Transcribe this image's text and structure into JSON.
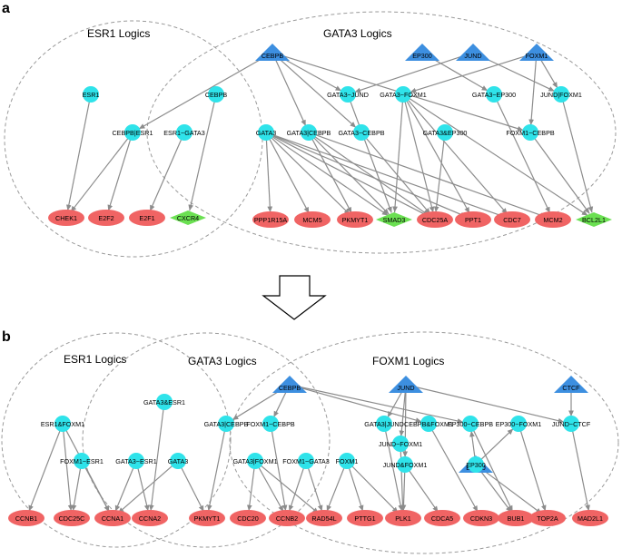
{
  "colors": {
    "regulator": "#3d8fe0",
    "logic": "#2fe3ea",
    "target": "#f06464",
    "special": "#6be052",
    "edge": "#8c8c8c",
    "ellipse": "#9a9a9a"
  },
  "panel_a": {
    "label": "a",
    "groups": {
      "esr1": "ESR1 Logics",
      "gata3": "GATA3 Logics"
    },
    "regulators": [
      {
        "id": "a_CEBPB",
        "label": "CEBPB",
        "icon": "triangle"
      },
      {
        "id": "a_EP300",
        "label": "EP300",
        "icon": "triangle"
      },
      {
        "id": "a_JUND",
        "label": "JUND",
        "icon": "triangle"
      },
      {
        "id": "a_FOXM1",
        "label": "FOXM1",
        "icon": "triangle"
      }
    ],
    "logics": [
      {
        "id": "a_ESR1",
        "label": "ESR1"
      },
      {
        "id": "a_CEBPBiESR1",
        "label": "CEBPB|ESR1"
      },
      {
        "id": "a_CEBPB2",
        "label": "CEBPB"
      },
      {
        "id": "a_ESR1nGATA3",
        "label": "ESR1~GATA3"
      },
      {
        "id": "a_GATA3",
        "label": "GATA3"
      },
      {
        "id": "a_GATA3iCEBPB",
        "label": "GATA3|CEBPB"
      },
      {
        "id": "a_GATA3nCEBPB",
        "label": "GATA3~CEBPB"
      },
      {
        "id": "a_GATA3nJUND",
        "label": "GATA3~JUND"
      },
      {
        "id": "a_GATA3nFOXM1",
        "label": "GATA3~FOXM1"
      },
      {
        "id": "a_GATA3nEP300",
        "label": "GATA3~EP300"
      },
      {
        "id": "a_JUNDiFOXM1",
        "label": "JUND|FOXM1"
      },
      {
        "id": "a_GATA3aEP300",
        "label": "GATA3&EP300"
      },
      {
        "id": "a_FOXM1nCEBPB",
        "label": "FOXM1~CEBPB"
      }
    ],
    "targets": [
      {
        "id": "a_CHEK1",
        "label": "CHEK1",
        "kind": "gene"
      },
      {
        "id": "a_E2F2",
        "label": "E2F2",
        "kind": "gene"
      },
      {
        "id": "a_E2F1",
        "label": "E2F1",
        "kind": "gene"
      },
      {
        "id": "a_CXCR4",
        "label": "CXCR4",
        "kind": "diamond"
      },
      {
        "id": "a_PPP1R15A",
        "label": "PPP1R15A",
        "kind": "gene"
      },
      {
        "id": "a_MCM5",
        "label": "MCM5",
        "kind": "gene"
      },
      {
        "id": "a_PKMYT1",
        "label": "PKMYT1",
        "kind": "gene"
      },
      {
        "id": "a_SMAD3",
        "label": "SMAD3",
        "kind": "diamond"
      },
      {
        "id": "a_CDC25A",
        "label": "CDC25A",
        "kind": "gene"
      },
      {
        "id": "a_PPT1",
        "label": "PPT1",
        "kind": "gene"
      },
      {
        "id": "a_CDC7",
        "label": "CDC7",
        "kind": "gene"
      },
      {
        "id": "a_MCM2",
        "label": "MCM2",
        "kind": "gene"
      },
      {
        "id": "a_BCL2L1",
        "label": "BCL2L1",
        "kind": "diamond"
      }
    ]
  },
  "arrow_label": "down-arrow-icon",
  "panel_b": {
    "label": "b",
    "groups": {
      "esr1": "ESR1 Logics",
      "gata3": "GATA3 Logics",
      "foxm1": "FOXM1 Logics"
    },
    "regulators": [
      {
        "id": "b_CEBPB",
        "label": "CEBPB",
        "icon": "triangle"
      },
      {
        "id": "b_JUND",
        "label": "JUND",
        "icon": "triangle"
      },
      {
        "id": "b_EP300",
        "label": "EP300",
        "icon": "triangle"
      },
      {
        "id": "b_CTCF",
        "label": "CTCF",
        "icon": "triangle"
      }
    ],
    "logics": [
      {
        "id": "b_ESR1aFOXM1",
        "label": "ESR1&FOXM1"
      },
      {
        "id": "b_FOXM1nESR1",
        "label": "FOXM1~ESR1"
      },
      {
        "id": "b_GATA3aESR1",
        "label": "GATA3&ESR1"
      },
      {
        "id": "b_GATA3nESR1",
        "label": "GATA3~ESR1"
      },
      {
        "id": "b_GATA3",
        "label": "GATA3"
      },
      {
        "id": "b_GATA3iCEBPB",
        "label": "GATA3|CEBPB"
      },
      {
        "id": "b_FOXM1nCEBPB",
        "label": "FOXM1~CEBPB"
      },
      {
        "id": "b_GATA3iFOXM1",
        "label": "GATA3|FOXM1"
      },
      {
        "id": "b_FOXM1nGATA3",
        "label": "FOXM1~GATA3"
      },
      {
        "id": "b_FOXM1",
        "label": "FOXM1"
      },
      {
        "id": "b_GATA3iJUND",
        "label": "GATA3|JUND"
      },
      {
        "id": "b_CEBPBaFOXM1",
        "label": "CEBPB&FOXM1"
      },
      {
        "id": "b_JUNDnFOXM1",
        "label": "JUND~FOXM1"
      },
      {
        "id": "b_JUNDaFOXM1",
        "label": "JUND&FOXM1"
      },
      {
        "id": "b_EP300nCEBPB",
        "label": "EP300~CEBPB"
      },
      {
        "id": "b_EP300nFOXM1",
        "label": "EP300~FOXM1"
      },
      {
        "id": "b_EP300",
        "label": "EP300"
      },
      {
        "id": "b_JUNDnCTCF",
        "label": "JUND~CTCF"
      }
    ],
    "targets": [
      {
        "id": "b_CCNB1",
        "label": "CCNB1",
        "kind": "gene"
      },
      {
        "id": "b_CDC25C",
        "label": "CDC25C",
        "kind": "gene"
      },
      {
        "id": "b_CCNA1",
        "label": "CCNA1",
        "kind": "gene"
      },
      {
        "id": "b_CCNA2",
        "label": "CCNA2",
        "kind": "gene"
      },
      {
        "id": "b_PKMYT1",
        "label": "PKMYT1",
        "kind": "gene"
      },
      {
        "id": "b_CDC20",
        "label": "CDC20",
        "kind": "gene"
      },
      {
        "id": "b_CCNB2",
        "label": "CCNB2",
        "kind": "gene"
      },
      {
        "id": "b_RAD54L",
        "label": "RAD54L",
        "kind": "gene"
      },
      {
        "id": "b_PTTG1",
        "label": "PTTG1",
        "kind": "gene"
      },
      {
        "id": "b_PLK1",
        "label": "PLK1",
        "kind": "gene"
      },
      {
        "id": "b_CDCA5",
        "label": "CDCA5",
        "kind": "gene"
      },
      {
        "id": "b_CDKN3",
        "label": "CDKN3",
        "kind": "gene"
      },
      {
        "id": "b_BUB1",
        "label": "BUB1",
        "kind": "gene"
      },
      {
        "id": "b_TOP2A",
        "label": "TOP2A",
        "kind": "gene"
      },
      {
        "id": "b_MAD2L1",
        "label": "MAD2L1",
        "kind": "gene"
      }
    ]
  },
  "edges": [
    [
      "a_ESR1",
      "a_CHEK1"
    ],
    [
      "a_CEBPBiESR1",
      "a_CHEK1"
    ],
    [
      "a_CEBPBiESR1",
      "a_E2F2"
    ],
    [
      "a_CEBPB",
      "a_CEBPBiESR1"
    ],
    [
      "a_ESR1nGATA3",
      "a_E2F1"
    ],
    [
      "a_CEBPB2",
      "a_CXCR4"
    ],
    [
      "a_CEBPB",
      "a_GATA3iCEBPB"
    ],
    [
      "a_CEBPB",
      "a_GATA3nCEBPB"
    ],
    [
      "a_CEBPB",
      "a_GATA3nJUND"
    ],
    [
      "a_CEBPB",
      "a_FOXM1nCEBPB"
    ],
    [
      "a_EP300",
      "a_GATA3nEP300"
    ],
    [
      "a_JUND",
      "a_GATA3nJUND"
    ],
    [
      "a_JUND",
      "a_JUNDiFOXM1"
    ],
    [
      "a_FOXM1",
      "a_GATA3nFOXM1"
    ],
    [
      "a_FOXM1",
      "a_JUNDiFOXM1"
    ],
    [
      "a_FOXM1",
      "a_FOXM1nCEBPB"
    ],
    [
      "a_GATA3",
      "a_PPP1R15A"
    ],
    [
      "a_GATA3",
      "a_MCM5"
    ],
    [
      "a_GATA3",
      "a_PKMYT1"
    ],
    [
      "a_GATA3",
      "a_SMAD3"
    ],
    [
      "a_GATA3",
      "a_CDC25A"
    ],
    [
      "a_GATA3",
      "a_PPT1"
    ],
    [
      "a_GATA3",
      "a_CDC7"
    ],
    [
      "a_GATA3iCEBPB",
      "a_PKMYT1"
    ],
    [
      "a_GATA3iCEBPB",
      "a_SMAD3"
    ],
    [
      "a_GATA3iCEBPB",
      "a_CDC25A"
    ],
    [
      "a_GATA3iCEBPB",
      "a_MCM2"
    ],
    [
      "a_GATA3nCEBPB",
      "a_CDC25A"
    ],
    [
      "a_GATA3nJUND",
      "a_SMAD3"
    ],
    [
      "a_GATA3nFOXM1",
      "a_SMAD3"
    ],
    [
      "a_GATA3nFOXM1",
      "a_CDC25A"
    ],
    [
      "a_GATA3nFOXM1",
      "a_PPT1"
    ],
    [
      "a_GATA3nFOXM1",
      "a_CDC7"
    ],
    [
      "a_GATA3nFOXM1",
      "a_BCL2L1"
    ],
    [
      "a_GATA3nEP300",
      "a_MCM2"
    ],
    [
      "a_GATA3aEP300",
      "a_CDC25A"
    ],
    [
      "a_JUNDiFOXM1",
      "a_BCL2L1"
    ],
    [
      "a_FOXM1nCEBPB",
      "a_BCL2L1"
    ],
    [
      "b_ESR1aFOXM1",
      "b_CCNB1"
    ],
    [
      "b_ESR1aFOXM1",
      "b_CDC25C"
    ],
    [
      "b_ESR1aFOXM1",
      "b_CCNA1"
    ],
    [
      "b_FOXM1nESR1",
      "b_CCNA1"
    ],
    [
      "b_FOXM1nESR1",
      "b_CDC25C"
    ],
    [
      "b_GATA3aESR1",
      "b_CCNA2"
    ],
    [
      "b_GATA3nESR1",
      "b_CCNA1"
    ],
    [
      "b_GATA3nESR1",
      "b_CCNA2"
    ],
    [
      "b_GATA3",
      "b_CCNA1"
    ],
    [
      "b_GATA3",
      "b_PKMYT1"
    ],
    [
      "b_GATA3iCEBPB",
      "b_PKMYT1"
    ],
    [
      "b_CEBPB",
      "b_GATA3iCEBPB"
    ],
    [
      "b_CEBPB",
      "b_FOXM1nCEBPB"
    ],
    [
      "b_CEBPB",
      "b_CEBPBaFOXM1"
    ],
    [
      "b_CEBPB",
      "b_EP300nCEBPB"
    ],
    [
      "b_JUND",
      "b_GATA3iJUND"
    ],
    [
      "b_JUND",
      "b_JUNDnFOXM1"
    ],
    [
      "b_JUND",
      "b_JUNDaFOXM1"
    ],
    [
      "b_JUND",
      "b_JUNDnCTCF"
    ],
    [
      "b_EP300",
      "b_EP300nCEBPB"
    ],
    [
      "b_EP300",
      "b_EP300nFOXM1"
    ],
    [
      "b_CTCF",
      "b_JUNDnCTCF"
    ],
    [
      "b_FOXM1nCEBPB",
      "b_CCNB2"
    ],
    [
      "b_GATA3iFOXM1",
      "b_CDC20"
    ],
    [
      "b_GATA3iFOXM1",
      "b_CCNB2"
    ],
    [
      "b_GATA3iFOXM1",
      "b_RAD54L"
    ],
    [
      "b_FOXM1nGATA3",
      "b_RAD54L"
    ],
    [
      "b_FOXM1nGATA3",
      "b_CCNB2"
    ],
    [
      "b_FOXM1",
      "b_RAD54L"
    ],
    [
      "b_FOXM1",
      "b_PTTG1"
    ],
    [
      "b_FOXM1",
      "b_PLK1"
    ],
    [
      "b_GATA3iJUND",
      "b_PLK1"
    ],
    [
      "b_CEBPBaFOXM1",
      "b_CDKN3"
    ],
    [
      "b_JUNDnFOXM1",
      "b_PLK1"
    ],
    [
      "b_JUNDaFOXM1",
      "b_PLK1"
    ],
    [
      "b_JUNDaFOXM1",
      "b_CDCA5"
    ],
    [
      "b_EP300nCEBPB",
      "b_BUB1"
    ],
    [
      "b_EP300nFOXM1",
      "b_TOP2A"
    ],
    [
      "b_b_EP300",
      "b_BUB1"
    ],
    [
      "b_EP300",
      "b_BUB1"
    ],
    [
      "b_EP300",
      "b_TOP2A"
    ],
    [
      "b_JUNDnCTCF",
      "b_MAD2L1"
    ]
  ]
}
